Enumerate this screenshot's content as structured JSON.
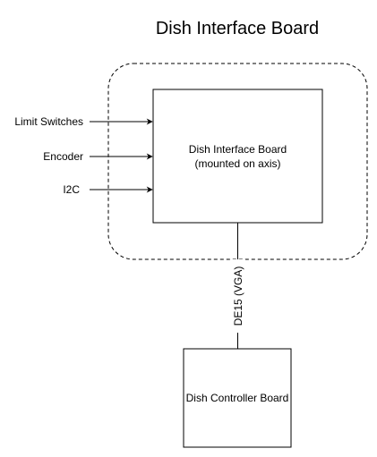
{
  "title": "Dish Interface Board",
  "interface_board": {
    "line1": "Dish Interface Board",
    "line2": "(mounted on axis)"
  },
  "controller_board": {
    "label": "Dish Controller Board"
  },
  "inputs": [
    {
      "label": "Limit Switches"
    },
    {
      "label": "Encoder"
    },
    {
      "label": "I2C"
    }
  ],
  "connection": {
    "label": "DE15 (VGA)"
  },
  "colors": {
    "stroke": "#000000",
    "background": "#ffffff"
  }
}
